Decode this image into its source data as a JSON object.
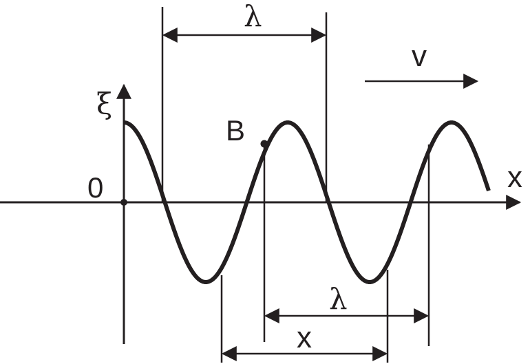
{
  "diagram": {
    "labels": {
      "y_axis": "ξ",
      "x_axis": "x",
      "origin": "0",
      "point": "B",
      "velocity": "v",
      "wavelength_top": "λ",
      "wavelength_bottom": "λ",
      "distance": "x"
    },
    "colors": {
      "ink": "#231f20",
      "background": "#ffffff"
    }
  }
}
